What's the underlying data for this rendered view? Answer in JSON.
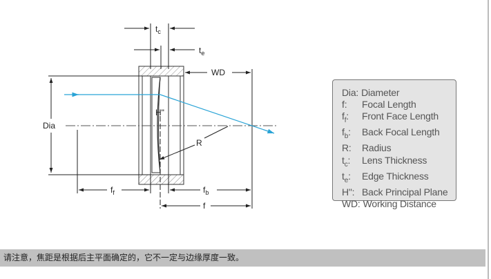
{
  "diagram": {
    "labels": {
      "tc": "t",
      "tc_sub": "c",
      "te": "t",
      "te_sub": "e",
      "wd": "WD",
      "dia": "Dia",
      "h": "H\"",
      "r": "R",
      "ff": "f",
      "ff_sub": "f",
      "fb": "f",
      "fb_sub": "b",
      "f": "f"
    },
    "ray_color": "#29a3d6"
  },
  "legend": [
    {
      "k": "Dia:",
      "sub": "",
      "v": "Diameter"
    },
    {
      "k": "f:",
      "sub": "",
      "v": "Focal Length"
    },
    {
      "k": "f",
      "sub": "f",
      "suffix": ":",
      "v": "Front Face Length"
    },
    {
      "k": "f",
      "sub": "b",
      "suffix": ":",
      "v": "Back Focal Length"
    },
    {
      "k": "R:",
      "sub": "",
      "v": "Radius"
    },
    {
      "k": "t",
      "sub": "c",
      "suffix": ":",
      "v": "Lens Thickness"
    },
    {
      "k": "t",
      "sub": "e",
      "suffix": ":",
      "v": "Edge Thickness"
    },
    {
      "k": "H\":",
      "sub": "",
      "v": "Back Principal Plane"
    },
    {
      "k": "WD:",
      "sub": "",
      "v": "Working Distance"
    }
  ],
  "note": "请注意，焦距是根据后主平面确定的，它不一定与边缘厚度一致。"
}
